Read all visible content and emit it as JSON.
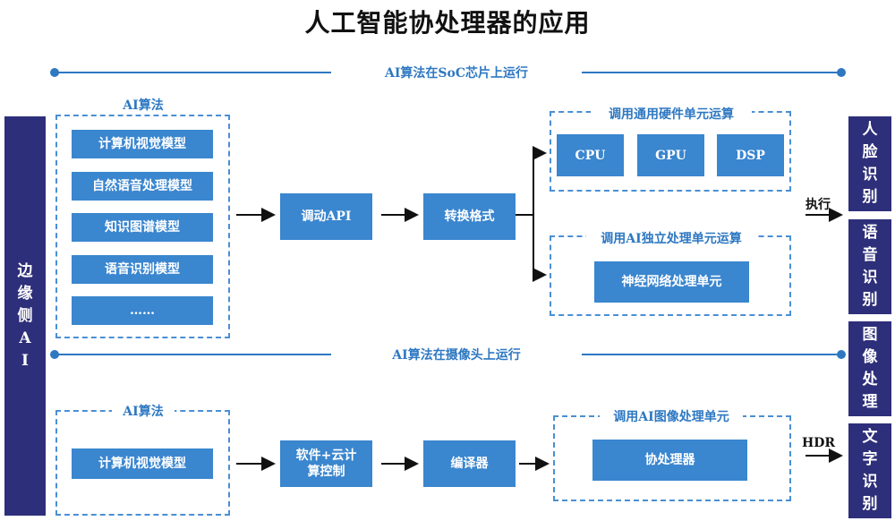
{
  "title": "人工智能协处理器的应用",
  "left_bar": "边缘侧AI",
  "top_section": {
    "label": "AI算法在SoC芯片上运行",
    "algo_group_label": "AI算法",
    "models": [
      "计算机视觉模型",
      "自然语音处理模型",
      "知识图谱模型",
      "语音识别模型",
      "……"
    ],
    "api_box": "调动API",
    "convert_box": "转换格式",
    "general_hw": {
      "label": "调用通用硬件单元运算",
      "units": [
        "CPU",
        "GPU",
        "DSP"
      ]
    },
    "ai_unit": {
      "label": "调用AI独立处理单元运算",
      "unit": "神经网络处理单元"
    },
    "arrow_label": "执行"
  },
  "bottom_section": {
    "label": "AI算法在摄像头上运行",
    "algo_group_label": "AI算法",
    "model": "计算机视觉模型",
    "control_box": "软件+云计算控制",
    "compiler_box": "编译器",
    "image_unit": {
      "label": "调用AI图像处理单元",
      "unit": "协处理器"
    },
    "arrow_label": "HDR"
  },
  "right_bars": [
    "人脸识别",
    "语音识别",
    "图像处理",
    "文字识别"
  ],
  "colors": {
    "accent": "#2e78c2",
    "box": "#3a86cf",
    "side_bar": "#2e2f7a"
  }
}
